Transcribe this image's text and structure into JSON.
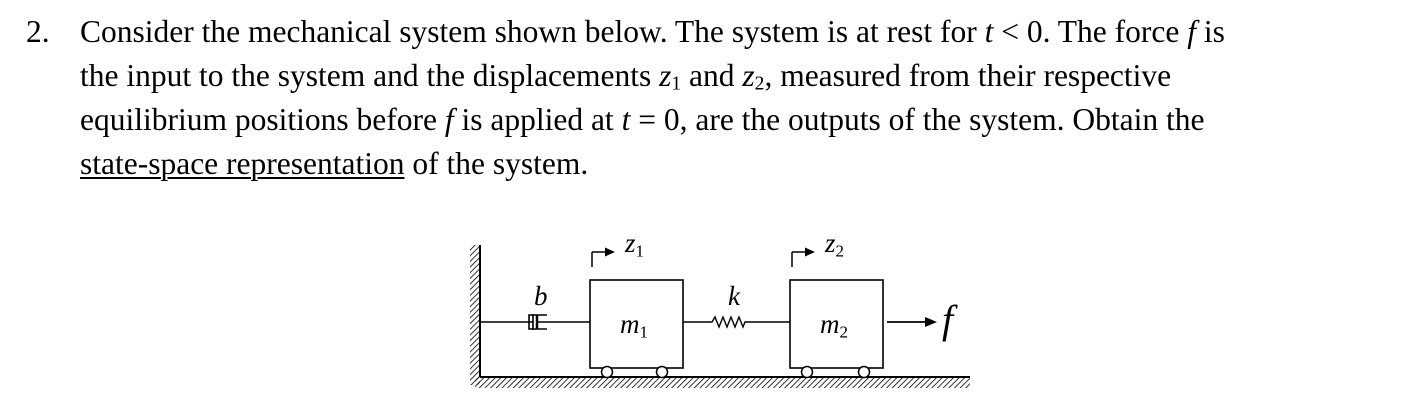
{
  "problem": {
    "number": "2.",
    "line1": {
      "a": "Consider the mechanical system shown below. The system is at rest for ",
      "t": "t",
      "b": " < 0. The force ",
      "f": "f",
      "c": " is"
    },
    "line2": {
      "a": "the input to the system and the displacements ",
      "z1": "z",
      "z1sub": "1",
      "b": " and ",
      "z2": "z",
      "z2sub": "2",
      "c": ", measured from their respective"
    },
    "line3": {
      "a": "equilibrium positions before ",
      "f": "f",
      "b": " is applied at ",
      "t": "t",
      "c": " = 0, are the outputs of the system. Obtain the"
    },
    "line4": {
      "underlined": "state-space representation",
      "rest": " of the system."
    }
  },
  "figure": {
    "labels": {
      "damper": "b",
      "spring": "k",
      "mass1": "m",
      "mass1_sub": "1",
      "mass2": "m",
      "mass2_sub": "2",
      "disp1": "z",
      "disp1_sub": "1",
      "disp2": "z",
      "disp2_sub": "2",
      "force": "f"
    },
    "icons": {
      "wall": "hatched-wall",
      "ground": "hatched-ground",
      "damper": "damper-icon",
      "spring": "spring-icon",
      "wheels": "wheel-icon",
      "arrows": "arrow-icon"
    },
    "colors": {
      "line": "#000000",
      "background": "#ffffff"
    }
  }
}
